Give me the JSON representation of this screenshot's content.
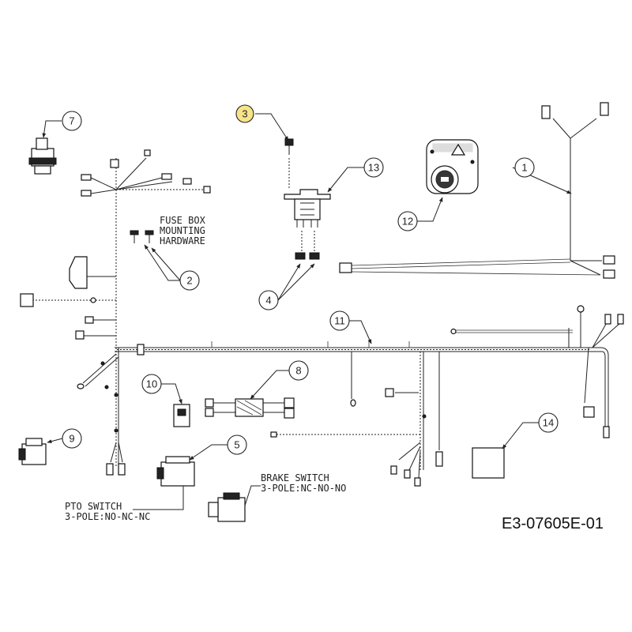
{
  "callouts": {
    "c1": "1",
    "c2": "2",
    "c3": "3",
    "c4": "4",
    "c5": "5",
    "c7": "7",
    "c8": "8",
    "c9": "9",
    "c10": "10",
    "c11": "11",
    "c12": "12",
    "c13": "13",
    "c14": "14"
  },
  "labels": {
    "fuse_box": [
      "FUSE BOX",
      "MOUNTING",
      "HARDWARE"
    ],
    "pto_switch": [
      "PTO SWITCH",
      "3-POLE:NO-NC-NC"
    ],
    "brake_switch": [
      "BRAKE SWITCH",
      "3-POLE:NC-NO-NO"
    ],
    "drawing_number": "E3-07605E-01"
  },
  "colors": {
    "line": "#222222",
    "highlight": "#f7e48a"
  }
}
